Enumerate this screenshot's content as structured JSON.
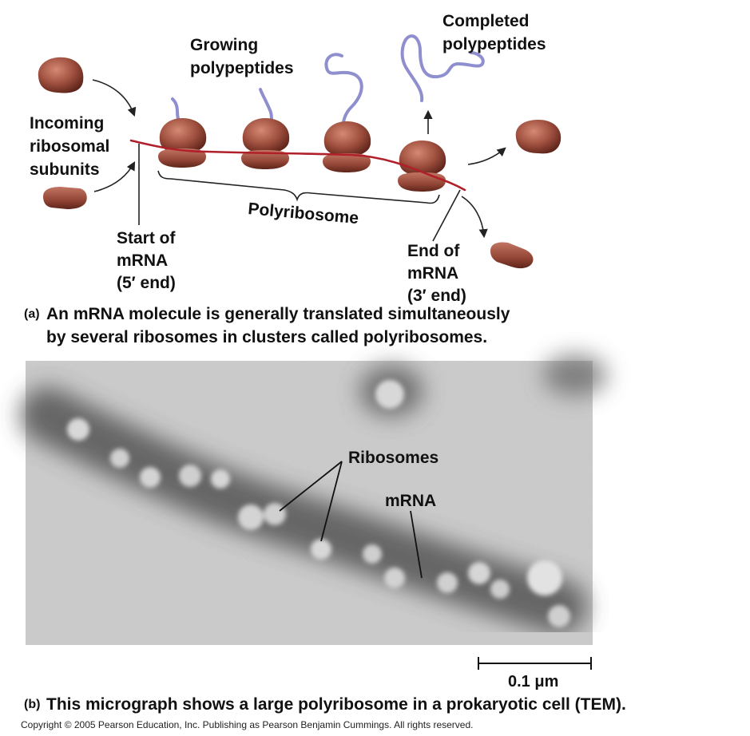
{
  "panel_a": {
    "labels": {
      "incoming": [
        "Incoming",
        "ribosomal",
        "subunits"
      ],
      "growing": [
        "Growing",
        "polypeptides"
      ],
      "completed": [
        "Completed",
        "polypeptides"
      ],
      "polyribosome": "Polyribosome",
      "start": [
        "Start of",
        "mRNA",
        "(5′ end)"
      ],
      "end": [
        "End of",
        "mRNA",
        "(3′ end)"
      ]
    },
    "caption_tag": "(a)",
    "caption": [
      "An mRNA molecule is generally translated simultaneously",
      "by several ribosomes in clusters called polyribosomes."
    ]
  },
  "panel_b": {
    "labels": {
      "ribosomes": "Ribosomes",
      "mrna": "mRNA"
    },
    "scale_bar": "0.1 μm",
    "caption_tag": "(b)",
    "caption": "This micrograph shows a large polyribosome in a prokaryotic cell (TEM)."
  },
  "copyright": "Copyright © 2005 Pearson Education, Inc. Publishing as Pearson Benjamin Cummings. All rights reserved.",
  "colors": {
    "ribosome": "#a0503f",
    "ribosome_dark": "#6e2e22",
    "polypeptide": "#9a9ad6",
    "mrna": "#b0202a"
  }
}
